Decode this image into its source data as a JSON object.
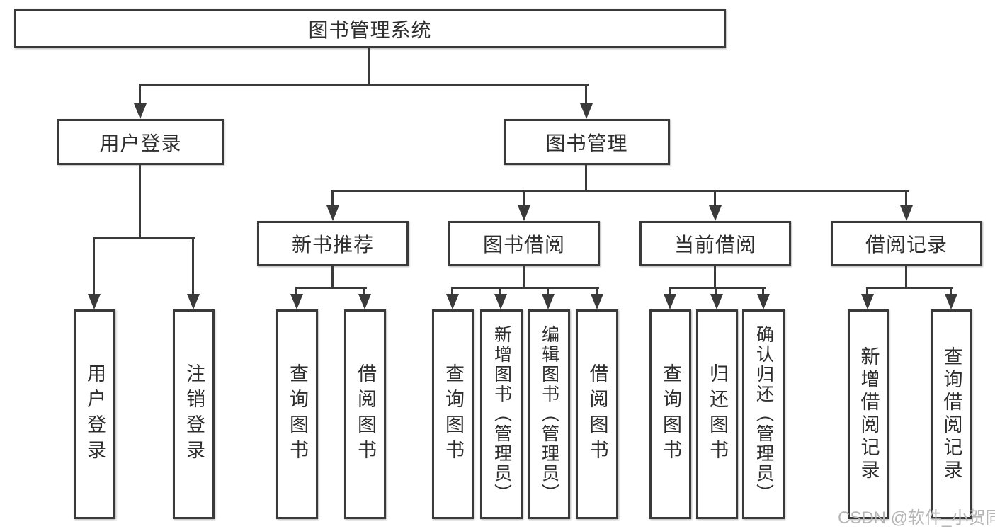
{
  "title": "图书管理系统",
  "level2": {
    "user_login": "用户登录",
    "book_mgmt": "图书管理"
  },
  "level3": [
    "新书推荐",
    "图书借阅",
    "当前借阅",
    "借阅记录"
  ],
  "leaves": {
    "login": [
      "用户登录",
      "注销登录"
    ],
    "recommend": [
      "查询图书",
      "借阅图书"
    ],
    "borrow": [
      "查询图书",
      "新增图书（管理员）",
      "编辑图书（管理员）",
      "借阅图书"
    ],
    "current": [
      "查询图书",
      "归还图书",
      "确认归还（管理员）"
    ],
    "records": [
      "新增借阅记录",
      "查询借阅记录"
    ]
  },
  "watermark": "CSDN @软件_小贺同学",
  "colors": {
    "line": "#3a3a3a",
    "text": "#2e2e2e",
    "watermark": "#b5b5b5",
    "background": "#ffffff"
  }
}
